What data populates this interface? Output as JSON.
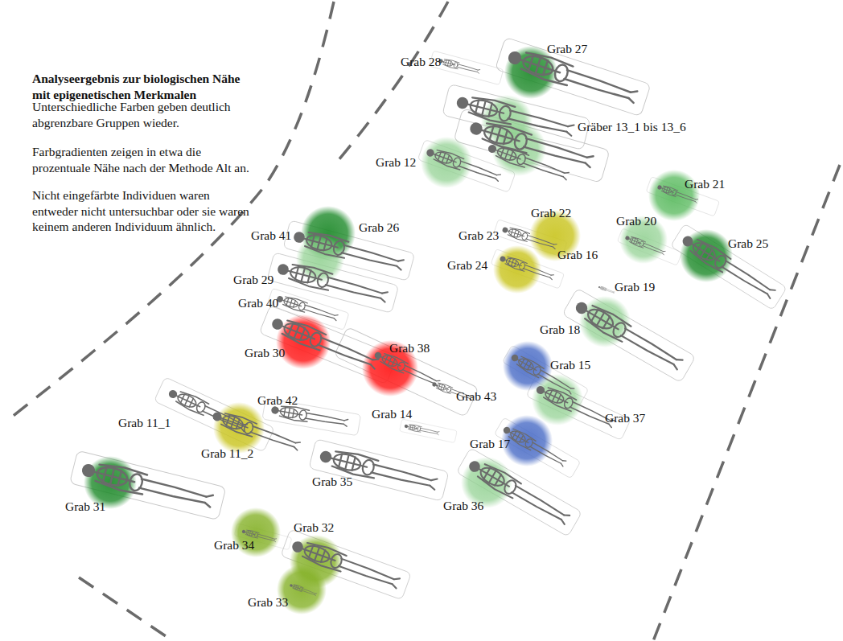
{
  "diagram": {
    "title": "Analyseergebnis zur biologischen Nähe mit epigenetischen Merkmalen",
    "labels": [
      "Unterschiedliche Farben geben deutlich abgrenzbare Gruppen wieder.",
      "Farbgradienten zeigen in etwa die prozentuale Nähe nach der Methode Alt an.",
      "Nicht eingefärbte Individuen waren entweder nicht untersuchbar oder sie waren keinem anderen Individuum ähnlich.",
      "Grab 28",
      "Grab 27",
      "Gräber 13_1 bis 13_6",
      "Grab 12",
      "Grab 21",
      "Grab 41",
      "Grab 26",
      "Grab 22",
      "Grab 23",
      "Grab 16",
      "Grab 20",
      "Grab 25",
      "Grab 24",
      "Grab 29",
      "Grab 19",
      "Grab 40",
      "Grab 18",
      "Grab 38",
      "Grab 30",
      "Grab 15",
      "Grab 43",
      "Grab 42",
      "Grab 14",
      "Grab 11_1",
      "Grab 37",
      "Grab 17",
      "Grab 11_2",
      "Grab 35",
      "Grab 31",
      "Grab 36",
      "Grab 34",
      "Grab 32",
      "Grab 33"
    ]
  }
}
